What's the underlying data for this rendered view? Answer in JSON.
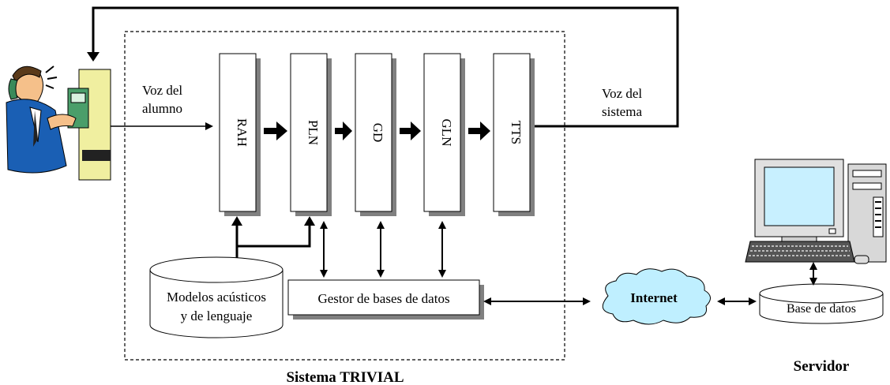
{
  "caller": {
    "icon": "person-on-payphone-icon"
  },
  "input_label": {
    "line1": "Voz del",
    "line2": "alumno"
  },
  "output_label": {
    "line1": "Voz del",
    "line2": "sistema"
  },
  "modules": [
    {
      "label": "RAH"
    },
    {
      "label": "PLN"
    },
    {
      "label": "GD"
    },
    {
      "label": "GLN"
    },
    {
      "label": "TTS"
    }
  ],
  "models_db": {
    "line1": "Modelos acústicos",
    "line2": "y de lenguaje"
  },
  "db_manager": {
    "label": "Gestor de bases de datos"
  },
  "internet": {
    "label": "Internet",
    "icon": "cloud-icon"
  },
  "server_db": {
    "label": "Base de datos"
  },
  "server": {
    "label": "Servidor",
    "icon": "desktop-computer-icon"
  },
  "system": {
    "label": "Sistema TRIVIAL"
  },
  "colors": {
    "cloud": "#bfefff",
    "skin": "#f5c08a",
    "shirt": "#1a5fb4",
    "phone": "#4a9e6a",
    "panel": "#f0efa0"
  }
}
